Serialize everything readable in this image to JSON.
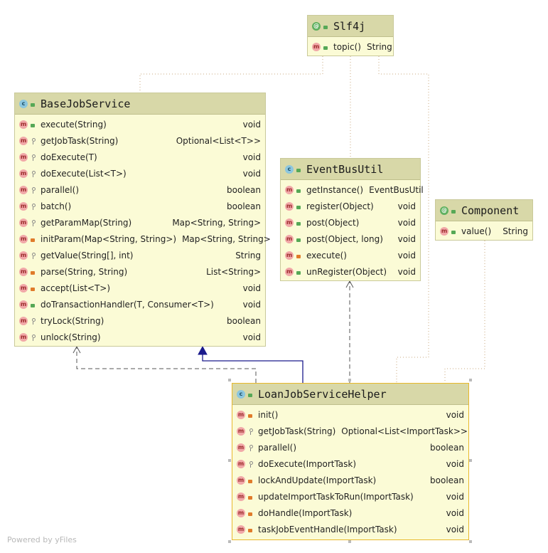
{
  "footer": "Powered by yFiles",
  "slf4j": {
    "name": "Slf4j",
    "kind": "@",
    "members": [
      {
        "kind": "m",
        "vis": "pub",
        "sig": "topic()",
        "ret": "String"
      }
    ]
  },
  "base_job_service": {
    "name": "BaseJobService",
    "kind": "c",
    "members": [
      {
        "kind": "m",
        "vis": "pub",
        "sig": "execute(String)",
        "ret": "void"
      },
      {
        "kind": "m",
        "vis": "pkg",
        "sig": "getJobTask(String)",
        "ret": "Optional<List<T>>"
      },
      {
        "kind": "m",
        "vis": "pkg",
        "sig": "doExecute(T)",
        "ret": "void"
      },
      {
        "kind": "m",
        "vis": "pkg",
        "sig": "doExecute(List<T>)",
        "ret": "void"
      },
      {
        "kind": "m",
        "vis": "pkg",
        "sig": "parallel()",
        "ret": "boolean"
      },
      {
        "kind": "m",
        "vis": "pkg",
        "sig": "batch()",
        "ret": "boolean"
      },
      {
        "kind": "m",
        "vis": "pkg",
        "sig": "getParamMap(String)",
        "ret": "Map<String, String>"
      },
      {
        "kind": "m",
        "vis": "prv",
        "sig": "initParam(Map<String, String>)",
        "ret": "Map<String, String>"
      },
      {
        "kind": "m",
        "vis": "pkg",
        "sig": "getValue(String[], int)",
        "ret": "String"
      },
      {
        "kind": "m",
        "vis": "prv",
        "sig": "parse(String, String)",
        "ret": "List<String>"
      },
      {
        "kind": "m",
        "vis": "prv",
        "sig": "accept(List<T>)",
        "ret": "void"
      },
      {
        "kind": "m",
        "vis": "pub",
        "sig": "doTransactionHandler(T, Consumer<T>)",
        "ret": "void"
      },
      {
        "kind": "m",
        "vis": "pkg",
        "sig": "tryLock(String)",
        "ret": "boolean"
      },
      {
        "kind": "m",
        "vis": "pkg",
        "sig": "unlock(String)",
        "ret": "void"
      }
    ]
  },
  "event_bus_util": {
    "name": "EventBusUtil",
    "kind": "c",
    "members": [
      {
        "kind": "m",
        "vis": "pub",
        "sig": "getInstance()",
        "ret": "EventBusUtil"
      },
      {
        "kind": "m",
        "vis": "pub",
        "sig": "register(Object)",
        "ret": "void"
      },
      {
        "kind": "m",
        "vis": "pub",
        "sig": "post(Object)",
        "ret": "void"
      },
      {
        "kind": "m",
        "vis": "pub",
        "sig": "post(Object, long)",
        "ret": "void"
      },
      {
        "kind": "m",
        "vis": "prv",
        "sig": "execute()",
        "ret": "void"
      },
      {
        "kind": "m",
        "vis": "pub",
        "sig": "unRegister(Object)",
        "ret": "void"
      }
    ]
  },
  "component": {
    "name": "Component",
    "kind": "@",
    "members": [
      {
        "kind": "m",
        "vis": "pub",
        "sig": "value()",
        "ret": "String"
      }
    ]
  },
  "loan_job_service_helper": {
    "name": "LoanJobServiceHelper",
    "kind": "c",
    "members": [
      {
        "kind": "m",
        "vis": "prv",
        "sig": "init()",
        "ret": "void"
      },
      {
        "kind": "m",
        "vis": "pkg",
        "sig": "getJobTask(String)",
        "ret": "Optional<List<ImportTask>>"
      },
      {
        "kind": "m",
        "vis": "pkg",
        "sig": "parallel()",
        "ret": "boolean"
      },
      {
        "kind": "m",
        "vis": "pkg",
        "sig": "doExecute(ImportTask)",
        "ret": "void"
      },
      {
        "kind": "m",
        "vis": "prv",
        "sig": "lockAndUpdate(ImportTask)",
        "ret": "boolean"
      },
      {
        "kind": "m",
        "vis": "prv",
        "sig": "updateImportTaskToRun(ImportTask)",
        "ret": "void"
      },
      {
        "kind": "m",
        "vis": "prv",
        "sig": "doHandle(ImportTask)",
        "ret": "void"
      },
      {
        "kind": "m",
        "vis": "prv",
        "sig": "taskJobEventHandle(ImportTask)",
        "ret": "void"
      }
    ]
  }
}
